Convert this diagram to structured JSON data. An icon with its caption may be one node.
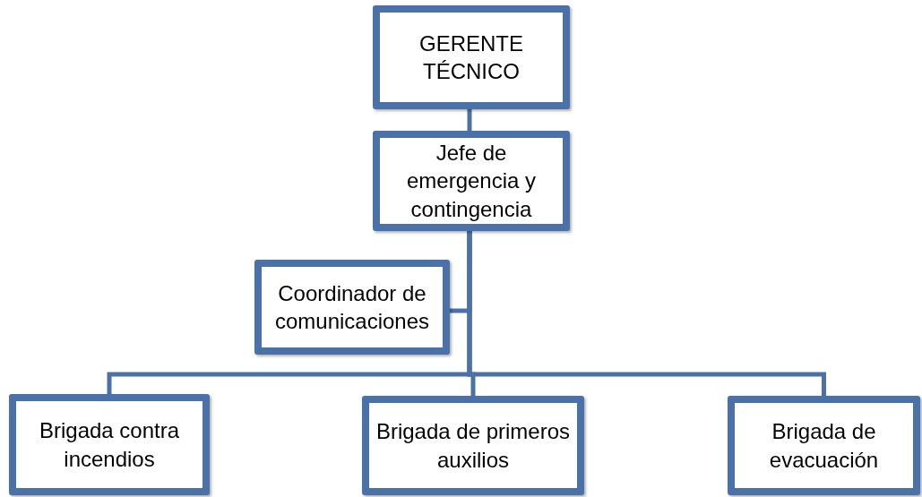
{
  "diagram": {
    "nodes": [
      {
        "text": [
          "GERENTE TÉCNICO"
        ]
      },
      {
        "text": [
          "Jefe de emergencia y contingencia"
        ]
      },
      {
        "text": [
          "Coordinador de comunicaciones"
        ]
      },
      {
        "text": [
          "Brigada contra incendios"
        ]
      },
      {
        "text": [
          "Brigada de primeros auxilios"
        ]
      },
      {
        "text": [
          "Brigada de evacuación"
        ]
      }
    ],
    "edges": [
      {
        "from": 0,
        "to": 1,
        "arrow": "none"
      },
      {
        "from": 1,
        "to": 2,
        "arrow": "none"
      },
      {
        "from": 1,
        "to": 3,
        "arrow": "none"
      },
      {
        "from": 1,
        "to": 4,
        "arrow": "none"
      },
      {
        "from": 1,
        "to": 5,
        "arrow": "none"
      }
    ]
  }
}
